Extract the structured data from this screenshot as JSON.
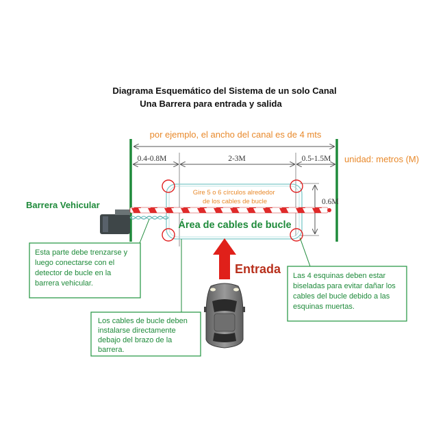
{
  "title": {
    "line1": "Diagrama Esquemático del Sistema de un solo Canal",
    "line2": "Una Barrera para entrada y salida"
  },
  "width_note": "por ejemplo, el ancho del canal es de 4 mts",
  "dimensions": {
    "left": "0.4-0.8M",
    "middle": "2-3M",
    "right": "0.5-1.5M",
    "height": "0.6M"
  },
  "unit_label": "unidad: metros (M)",
  "barrier_label": "Barrera Vehicular",
  "loop_instruction": "Gire 5 o 6 círculos alrededor\nde los cables de bucle",
  "loop_area_label": "Área de cables de bucle",
  "entrance_label": "Entrada",
  "callouts": {
    "twist": "Esta parte debe trenzarse y\nluego conectarse con el\ndetector de bucle en la\nbarrera vehicular.",
    "under_arm": "Los cables de bucle deben\ninstalarse directamente\ndebajo del brazo de la\nbarrera.",
    "corners": "Las 4 esquinas deben estar\nbiseladas para evitar dañar los\ncables del bucle debido a las\nesquinas muertas."
  },
  "colors": {
    "orange": "#e8892b",
    "green": "#1e8a3a",
    "red_arrow": "#e0201a",
    "entrada": "#b8301c",
    "loop": "#7cc8c8",
    "corner_circle": "#e02020",
    "dim_line": "#555555"
  }
}
